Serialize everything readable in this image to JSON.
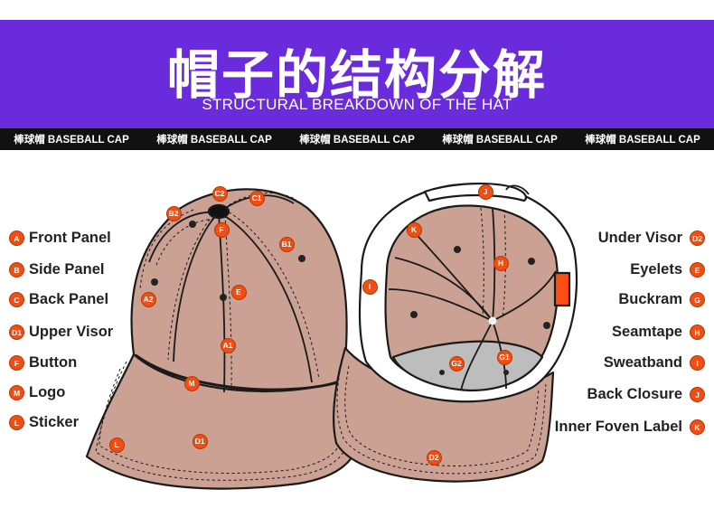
{
  "header": {
    "title_cn": "帽子的结构分解",
    "title_en": "STRUCTURAL BREAKDOWN OF THE HAT"
  },
  "strip": {
    "items": [
      "棒球帽  BASEBALL CAP",
      "棒球帽  BASEBALL CAP",
      "棒球帽  BASEBALL CAP",
      "棒球帽  BASEBALL CAP",
      "棒球帽  BASEBALL CAP"
    ]
  },
  "legend_left": [
    {
      "code": "A",
      "label": "Front Panel"
    },
    {
      "code": "B",
      "label": "Side Panel"
    },
    {
      "code": "C",
      "label": "Back Panel"
    },
    {
      "code": "D1",
      "label": "Upper Visor"
    },
    {
      "code": "F",
      "label": "Button"
    },
    {
      "code": "M",
      "label": "Logo"
    },
    {
      "code": "L",
      "label": "Sticker"
    }
  ],
  "legend_right": [
    {
      "code": "D2",
      "label": "Under Visor"
    },
    {
      "code": "E",
      "label": "Eyelets"
    },
    {
      "code": "G",
      "label": "Buckram"
    },
    {
      "code": "H",
      "label": "Seamtape"
    },
    {
      "code": "I",
      "label": "Sweatband"
    },
    {
      "code": "J",
      "label": "Back Closure"
    },
    {
      "code": "K",
      "label": "Inner Foven Label"
    }
  ],
  "markers": {
    "left_cap": [
      "C2",
      "C1",
      "B2",
      "F",
      "B1",
      "E",
      "A2",
      "A1",
      "M",
      "D1",
      "L"
    ],
    "right_cap": [
      "J",
      "K",
      "H",
      "I",
      "G2",
      "G1",
      "D2"
    ]
  },
  "colors": {
    "banner": "#6a2bdc",
    "strip": "#111111",
    "marker": "#f04e12",
    "cap_fabric": "#caa193",
    "buckram": "#bdbdbd",
    "closure_tab": "#ff4d14"
  }
}
